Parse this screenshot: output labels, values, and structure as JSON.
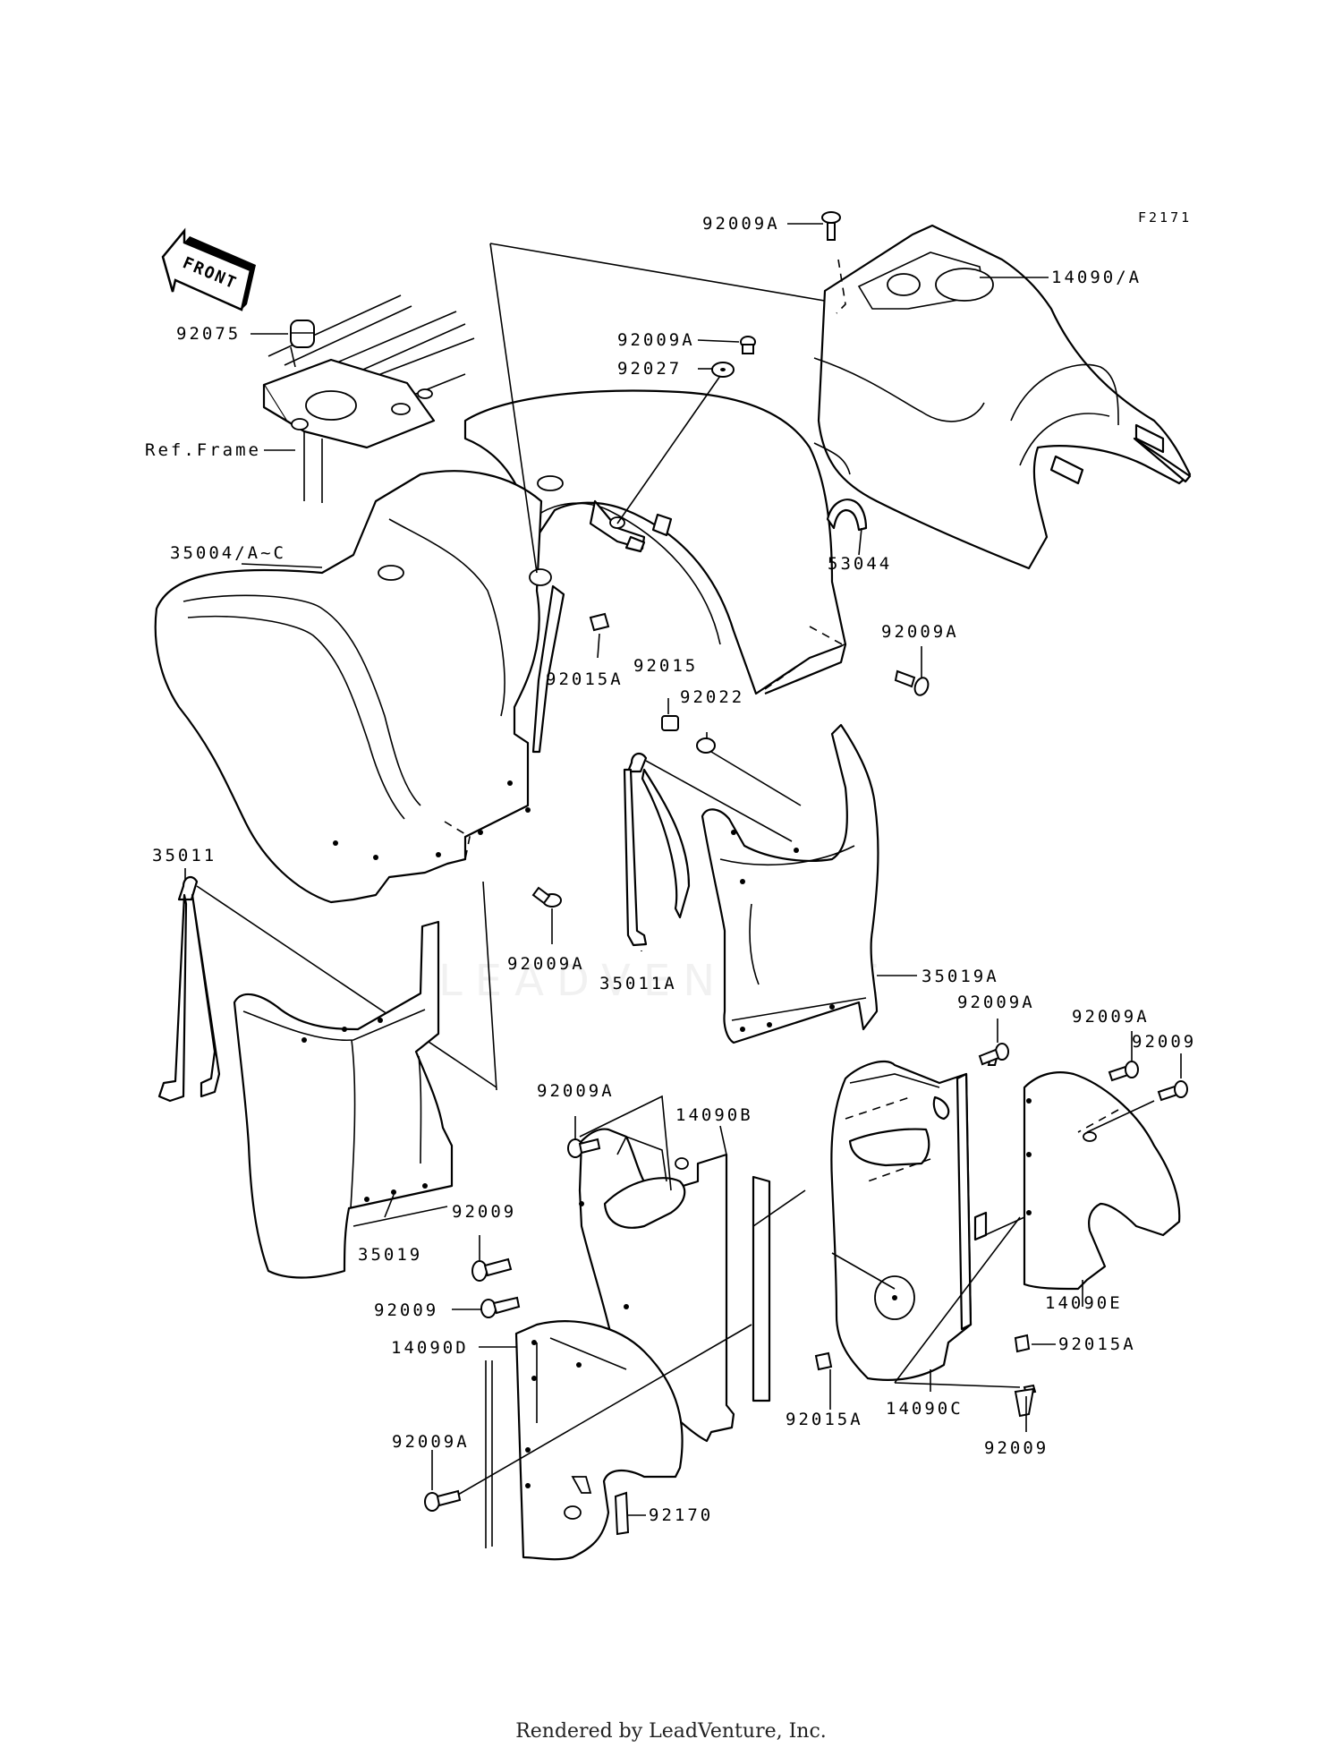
{
  "figure_code": "F2171",
  "front_arrow_label": "FRONT",
  "watermark_text": "LEADVENTURE",
  "footer_text": "Rendered by LeadVenture, Inc.",
  "labels": {
    "l92009A_top": "92009A",
    "l14090A": "14090/A",
    "l92075": "92075",
    "l92009A_mid": "92009A",
    "l92027": "92027",
    "lRefFrame": "Ref.Frame",
    "l35004": "35004/A~C",
    "l53044": "53044",
    "l92015A_a": "92015A",
    "l92015": "92015",
    "l92022": "92022",
    "l92009A_r": "92009A",
    "l35011": "35011",
    "l92009A_b": "92009A",
    "l35011A": "35011A",
    "l35019A": "35019A",
    "l92009A_c": "92009A",
    "l92009A_d": "92009A",
    "l92009_a": "92009",
    "l92009A_e": "92009A",
    "l14090B": "14090B",
    "l92009_b": "92009",
    "l35019": "35019",
    "l92009_c": "92009",
    "l14090D": "14090D",
    "l92015A_b": "92015A",
    "l14090E": "14090E",
    "l92015A_c": "92015A",
    "l14090C": "14090C",
    "l92009A_f": "92009A",
    "l92009_d": "92009",
    "l92170": "92170"
  }
}
